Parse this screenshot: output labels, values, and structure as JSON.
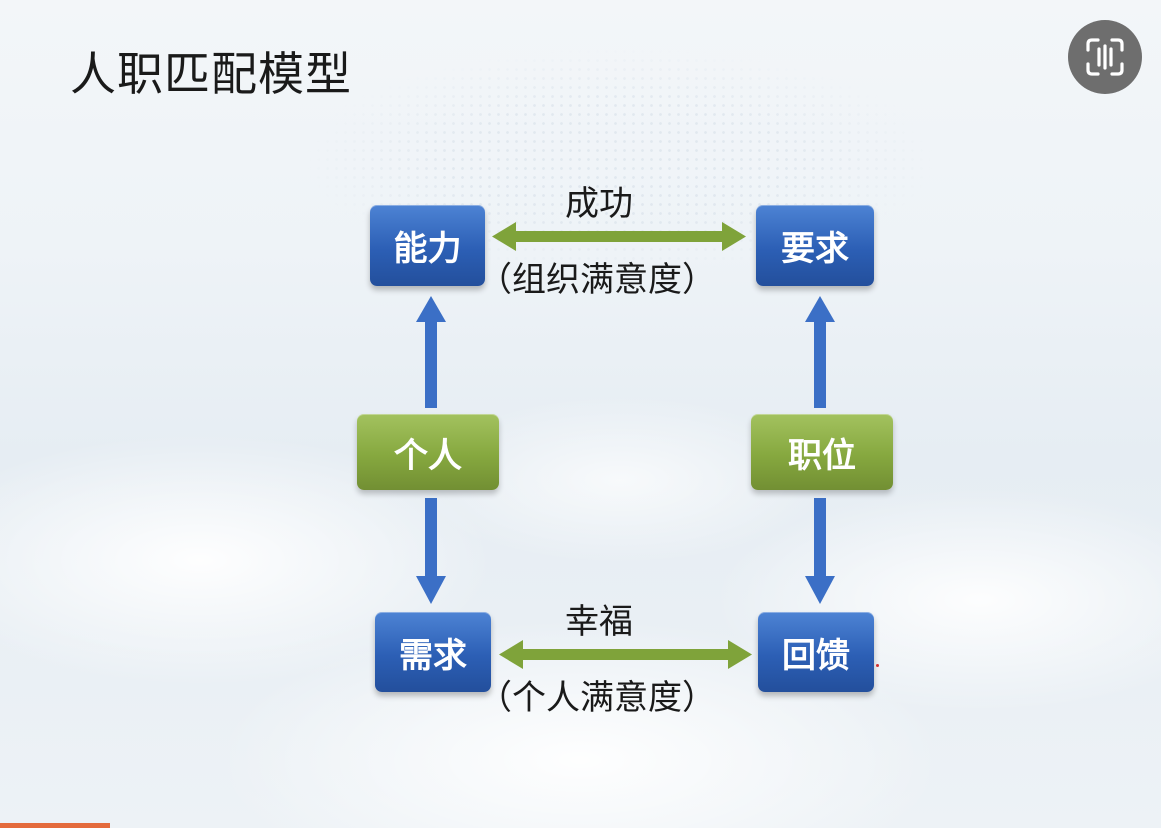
{
  "slide": {
    "title": "人职匹配模型"
  },
  "diagram": {
    "nodes": {
      "ability": "能力",
      "requirement": "要求",
      "individual": "个人",
      "position": "职位",
      "needs": "需求",
      "feedback": "回馈"
    },
    "top_link": {
      "label": "成功",
      "sublabel": "（组织满意度）"
    },
    "bottom_link": {
      "label": "幸福",
      "sublabel": "（个人满意度）"
    },
    "colors": {
      "node_blue": "#2c5fb5",
      "node_green": "#86a83f",
      "arrow_blue": "#3b6fc6",
      "arrow_green": "#7fa33a"
    }
  },
  "toolbar": {
    "scan_icon": "scan-icon"
  }
}
